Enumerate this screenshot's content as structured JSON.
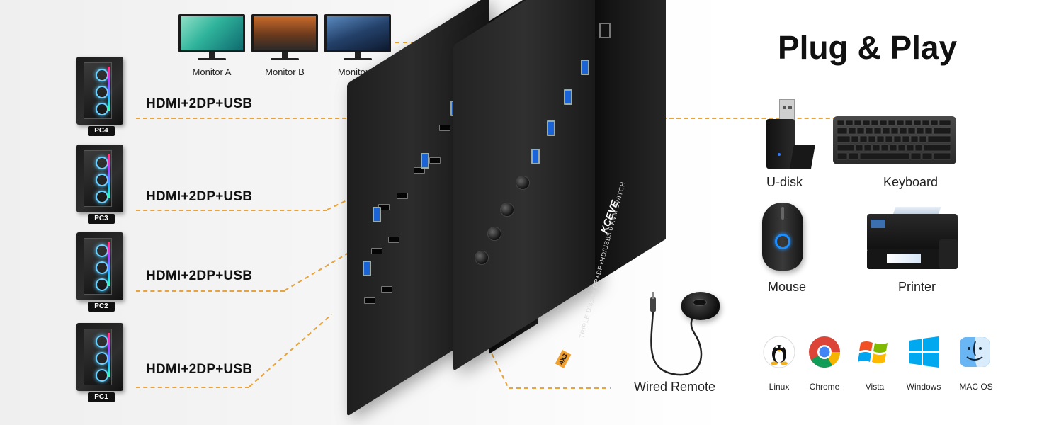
{
  "pcs": [
    {
      "label": "PC4",
      "link": "HDMI+2DP+USB"
    },
    {
      "label": "PC3",
      "link": "HDMI+2DP+USB"
    },
    {
      "label": "PC2",
      "link": "HDMI+2DP+USB"
    },
    {
      "label": "PC1",
      "link": "HDMI+2DP+USB"
    }
  ],
  "monitors": [
    {
      "label": "Monitor A"
    },
    {
      "label": "Monitor B"
    },
    {
      "label": "Monitor C"
    }
  ],
  "device": {
    "badge": "4X3",
    "brand": "KCEVE",
    "model_text": "TRIPLE Display DP+DP+HD/USB3.0 KVM SWITCH"
  },
  "title": "Plug & Play",
  "accessories": [
    {
      "label": "U-disk"
    },
    {
      "label": "Keyboard"
    },
    {
      "label": "Mouse"
    },
    {
      "label": "Printer"
    }
  ],
  "remote": {
    "label": "Wired Remote"
  },
  "os": [
    {
      "label": "Linux",
      "icon": "linux-icon"
    },
    {
      "label": "Chrome",
      "icon": "chrome-icon"
    },
    {
      "label": "Vista",
      "icon": "vista-icon"
    },
    {
      "label": "Windows",
      "icon": "windows-icon"
    },
    {
      "label": "MAC OS",
      "icon": "macos-icon"
    }
  ],
  "colors": {
    "dash": "#e8a33a",
    "badge": "#f0a030",
    "usb": "#1b64d8"
  }
}
